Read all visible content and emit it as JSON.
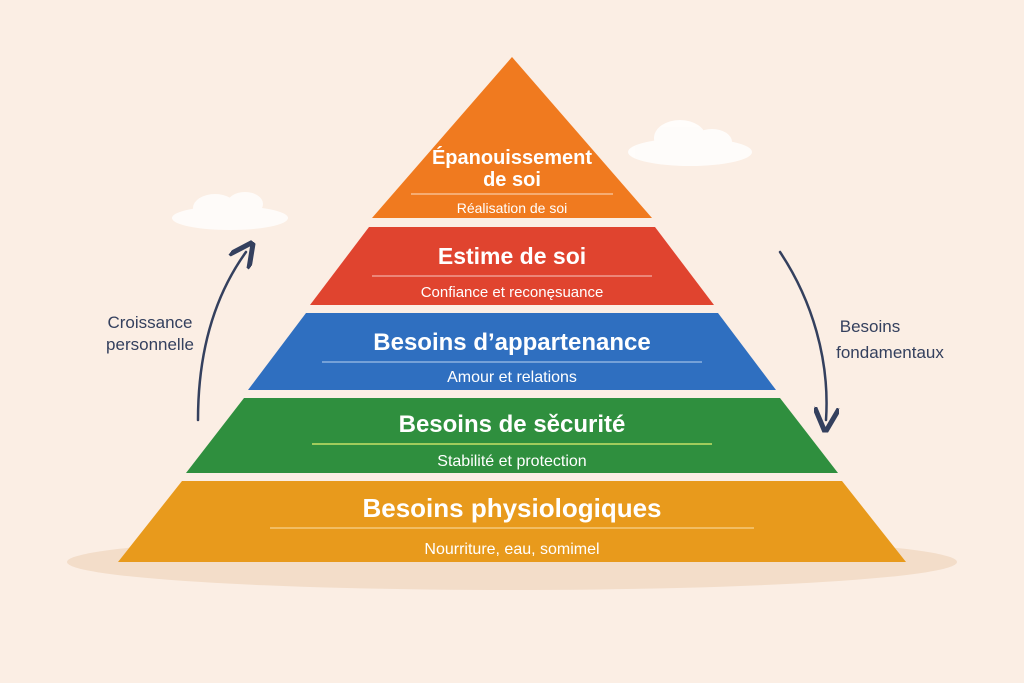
{
  "colors": {
    "background": "#fbeee4",
    "ground": "#f3ddc9",
    "cloud": "#ffffff",
    "arrow": "#34405e",
    "tier_top": "#f07a1f",
    "tier_2": "#e0442f",
    "tier_3": "#2f6fc0",
    "tier_4": "#2f8f3e",
    "tier_base": "#e89a1c"
  },
  "pyramid": {
    "tiers": [
      {
        "title_line1": "Épanouissement",
        "title_line2": "de soi",
        "subtitle": "Réalisation de soi"
      },
      {
        "title": "Estime de soi",
        "subtitle": "Confiance et reconęsuance"
      },
      {
        "title": "Besoins d’appartenance",
        "subtitle": "Amour et relations"
      },
      {
        "title": "Besoins de sěcurité",
        "subtitle": "Stabilité et protection"
      },
      {
        "title": "Besoins physiologiques",
        "subtitle": "Nourriture, eau, somimel"
      }
    ]
  },
  "left_annotation": {
    "line1": "Croissance",
    "line2": "personnelle",
    "arrow_icon": "arrow-up-curved-icon"
  },
  "right_annotation": {
    "line1": "Besoins",
    "line2": "fondamentaux",
    "arrow_icon": "arrow-down-curved-icon"
  }
}
